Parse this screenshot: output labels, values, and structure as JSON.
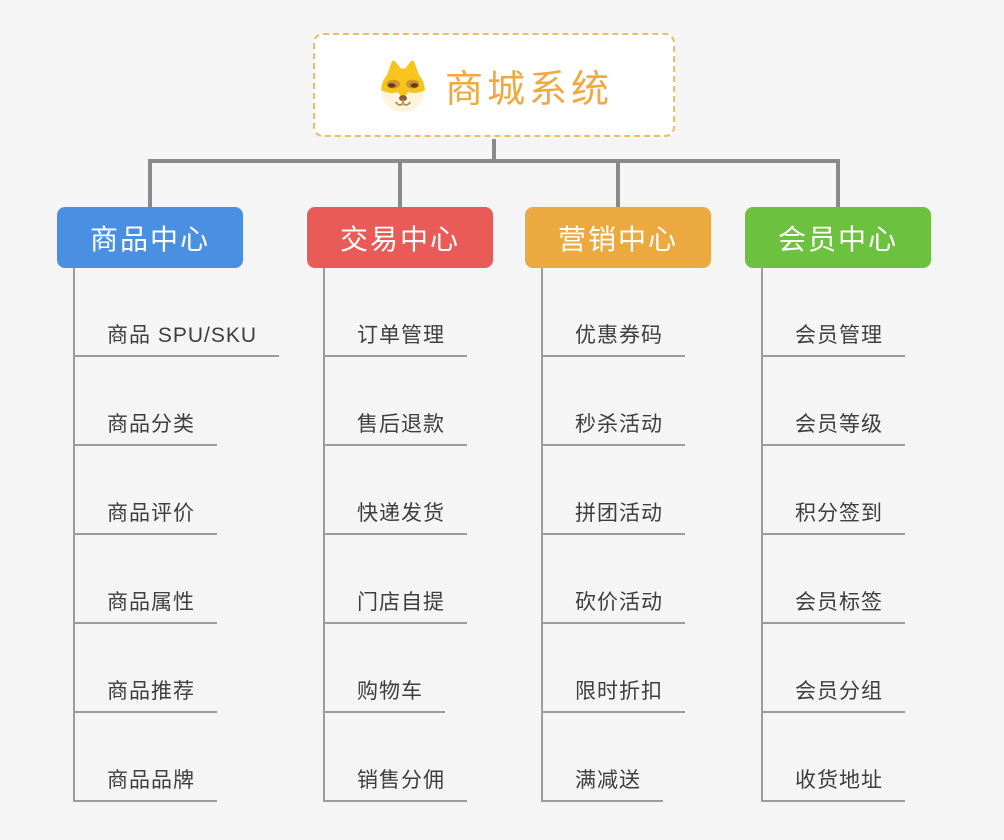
{
  "page": {
    "background_color": "#f5f5f5",
    "connector_color": "#8a8a8a"
  },
  "root": {
    "title": "商城系统",
    "icon": "doge-icon",
    "text_color": "#f0a841",
    "border_color": "#f3ba62"
  },
  "branches": [
    {
      "label": "商品中心",
      "color": "#4a90e2",
      "children": [
        "商品 SPU/SKU",
        "商品分类",
        "商品评价",
        "商品属性",
        "商品推荐",
        "商品品牌"
      ]
    },
    {
      "label": "交易中心",
      "color": "#e85b57",
      "children": [
        "订单管理",
        "售后退款",
        "快递发货",
        "门店自提",
        "购物车",
        "销售分佣"
      ]
    },
    {
      "label": "营销中心",
      "color": "#eca93f",
      "children": [
        "优惠券码",
        "秒杀活动",
        "拼团活动",
        "砍价活动",
        "限时折扣",
        "满减送"
      ]
    },
    {
      "label": "会员中心",
      "color": "#6cc13e",
      "children": [
        "会员管理",
        "会员等级",
        "积分签到",
        "会员标签",
        "会员分组",
        "收货地址"
      ]
    }
  ]
}
